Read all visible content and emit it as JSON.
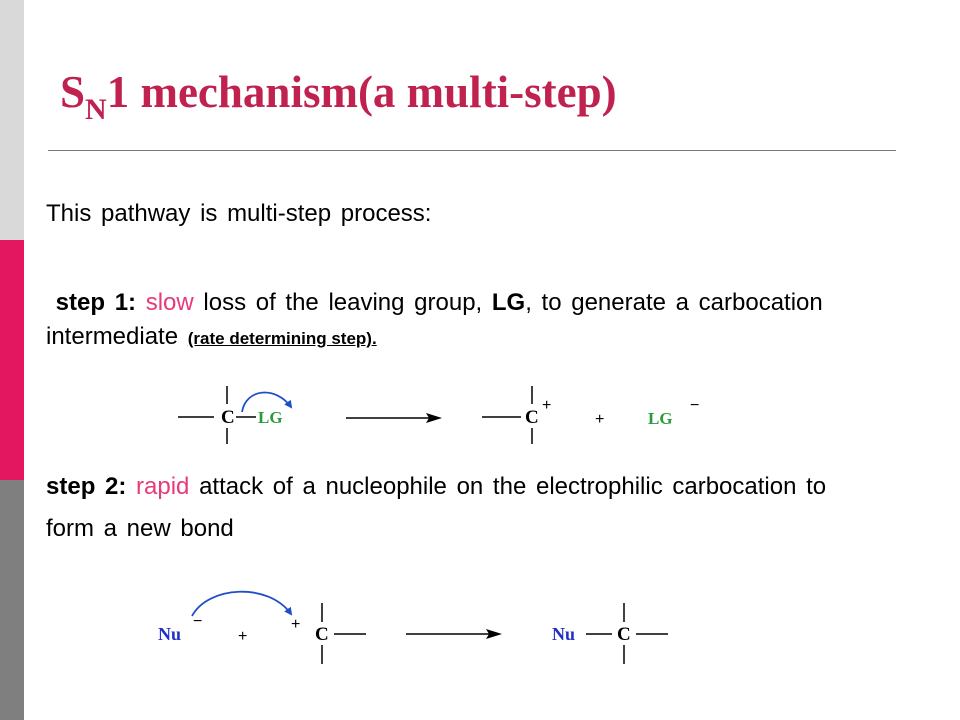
{
  "slide": {
    "title": {
      "main": "S",
      "sub": "N",
      "rest": "1 mechanism(a multi-step)"
    },
    "colors": {
      "title": "#c0224f",
      "highlight": "#e63a7a",
      "leaving_group": "#2a9a3a",
      "nucleophile": "#1f2fc8",
      "arrow": "#1f4fc8"
    },
    "intro": "This pathway is multi-step process:",
    "step1": {
      "label": "step 1:",
      "keyword": "slow",
      "text_a": " loss of the leaving group, ",
      "lg": "LG",
      "text_b": ", to generate a carbocation intermediate ",
      "note": "(rate determining step)."
    },
    "step2": {
      "label": "step 2:",
      "keyword": "rapid",
      "text": " attack of a nucleophile on the electrophilic carbocation to form a new bond"
    },
    "equation1": {
      "carbon": "C",
      "leaving_group": "LG",
      "plus_charge": "+",
      "plus": "+",
      "minus_charge": "−"
    },
    "equation2": {
      "nucleophile": "Nu",
      "minus_charge": "−",
      "plus": "+",
      "plus_charge": "+",
      "carbon": "C"
    }
  }
}
